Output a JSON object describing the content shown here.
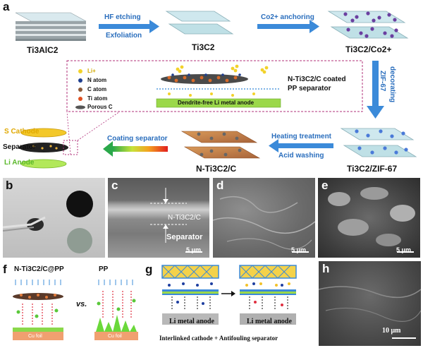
{
  "panel_a": {
    "letter": "a",
    "stages": {
      "ti3alc2": "Ti3AlC2",
      "ti3c2": "Ti3C2",
      "ti3c2co": "Ti3C2/Co2+",
      "ti3c2zif": "Ti3C2/ZIF-67",
      "nti3c2c": "N-Ti3C2/C"
    },
    "arrows": {
      "hf_1": "HF etching",
      "hf_2": "Exfoliation",
      "co": "Co2+ anchoring",
      "zif_1": "ZIF-67",
      "zif_2": "decorating",
      "heat_1": "Heating treatment",
      "heat_2": "Acid washing",
      "coat": "Coating separator"
    },
    "inset": {
      "legend": [
        "Li+",
        "N atom",
        "C atom",
        "Ti atom",
        "Porous C"
      ],
      "title_1": "N-Ti3C2/C coated",
      "title_2": "PP separator",
      "anode_label": "Dendrite-free Li metal anode"
    },
    "stack": {
      "cathode": "S Cathode",
      "separator": "Separator",
      "anode": "Li Anode"
    }
  },
  "panel_b": {
    "letter": "b"
  },
  "panel_c": {
    "letter": "c",
    "layer": "N-Ti3C2/C",
    "separator": "Separator",
    "scale": "5 μm"
  },
  "panel_d": {
    "letter": "d",
    "scale": "5 μm"
  },
  "panel_e": {
    "letter": "e",
    "scale": "5 μm"
  },
  "panel_f": {
    "letter": "f",
    "left_title": "N-Ti3C2/C@PP",
    "right_title": "PP",
    "vs": "vs.",
    "foil": "Cu foil"
  },
  "panel_g": {
    "letter": "g",
    "anode_1": "Li metal anode",
    "anode_2": "Li metal anode",
    "caption": "Interlinked cathode + Antifouling separator"
  },
  "panel_h": {
    "letter": "h",
    "scale": "10 μm"
  },
  "colors": {
    "arrow_blue": "#3b8ad9",
    "label_blue": "#2a6ebd",
    "inset_border": "#b0307a",
    "green_bar": "#9bd84a"
  }
}
